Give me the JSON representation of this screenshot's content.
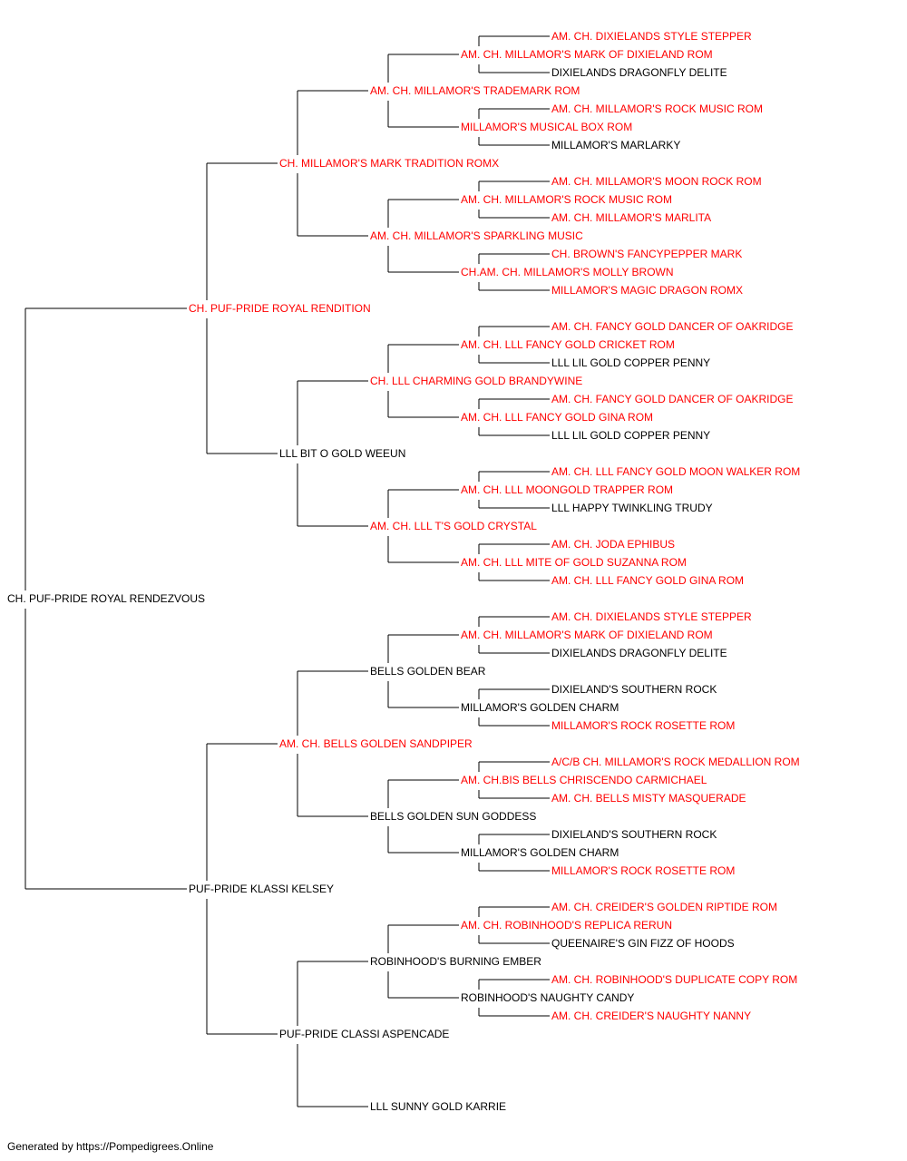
{
  "colors": {
    "champion": "#ff0000",
    "regular": "#000000",
    "connector": "#000000"
  },
  "footer": "Generated by https://Pompedigrees.Online",
  "pedigree": {
    "name": "CH. PUF-PRIDE ROYAL RENDEZVOUS",
    "champion": false,
    "sire": {
      "name": "CH. PUF-PRIDE ROYAL RENDITION",
      "champion": true,
      "sire": {
        "name": "CH. MILLAMOR'S MARK TRADITION ROMX",
        "champion": true,
        "sire": {
          "name": "AM. CH. MILLAMOR'S TRADEMARK ROM",
          "champion": true,
          "sire": {
            "name": "AM. CH. MILLAMOR'S MARK OF DIXIELAND ROM",
            "champion": true,
            "sire": {
              "name": "AM. CH. DIXIELANDS STYLE STEPPER",
              "champion": true
            },
            "dam": {
              "name": "DIXIELANDS DRAGONFLY DELITE",
              "champion": false
            }
          },
          "dam": {
            "name": "MILLAMOR'S MUSICAL BOX ROM",
            "champion": true,
            "sire": {
              "name": "AM. CH. MILLAMOR'S ROCK MUSIC ROM",
              "champion": true
            },
            "dam": {
              "name": "MILLAMOR'S MARLARKY",
              "champion": false
            }
          }
        },
        "dam": {
          "name": "AM. CH. MILLAMOR'S SPARKLING MUSIC",
          "champion": true,
          "sire": {
            "name": "AM. CH. MILLAMOR'S ROCK MUSIC ROM",
            "champion": true,
            "sire": {
              "name": "AM. CH. MILLAMOR'S MOON ROCK ROM",
              "champion": true
            },
            "dam": {
              "name": "AM. CH. MILLAMOR'S MARLITA",
              "champion": true
            }
          },
          "dam": {
            "name": "CH.AM. CH. MILLAMOR'S MOLLY BROWN",
            "champion": true,
            "sire": {
              "name": "CH. BROWN'S FANCYPEPPER MARK",
              "champion": true
            },
            "dam": {
              "name": "MILLAMOR'S MAGIC DRAGON ROMX",
              "champion": true
            }
          }
        }
      },
      "dam": {
        "name": "LLL BIT O GOLD WEEUN",
        "champion": false,
        "sire": {
          "name": "CH. LLL CHARMING GOLD BRANDYWINE",
          "champion": true,
          "sire": {
            "name": "AM. CH. LLL FANCY GOLD CRICKET ROM",
            "champion": true,
            "sire": {
              "name": "AM. CH. FANCY GOLD DANCER OF OAKRIDGE",
              "champion": true
            },
            "dam": {
              "name": "LLL LIL GOLD COPPER PENNY",
              "champion": false
            }
          },
          "dam": {
            "name": "AM. CH. LLL FANCY GOLD GINA ROM",
            "champion": true,
            "sire": {
              "name": "AM. CH. FANCY GOLD DANCER OF OAKRIDGE",
              "champion": true
            },
            "dam": {
              "name": "LLL LIL GOLD COPPER PENNY",
              "champion": false
            }
          }
        },
        "dam": {
          "name": "AM. CH. LLL T'S GOLD CRYSTAL",
          "champion": true,
          "sire": {
            "name": "AM. CH. LLL MOONGOLD TRAPPER ROM",
            "champion": true,
            "sire": {
              "name": "AM. CH. LLL FANCY GOLD MOON WALKER ROM",
              "champion": true
            },
            "dam": {
              "name": "LLL HAPPY TWINKLING TRUDY",
              "champion": false
            }
          },
          "dam": {
            "name": "AM. CH. LLL MITE OF GOLD SUZANNA ROM",
            "champion": true,
            "sire": {
              "name": "AM. CH. JODA EPHIBUS",
              "champion": true
            },
            "dam": {
              "name": "AM. CH. LLL FANCY GOLD GINA ROM",
              "champion": true
            }
          }
        }
      }
    },
    "dam": {
      "name": "PUF-PRIDE KLASSI KELSEY",
      "champion": false,
      "sire": {
        "name": "AM. CH. BELLS GOLDEN SANDPIPER",
        "champion": true,
        "sire": {
          "name": "BELLS GOLDEN BEAR",
          "champion": false,
          "sire": {
            "name": "AM. CH. MILLAMOR'S MARK OF DIXIELAND ROM",
            "champion": true,
            "sire": {
              "name": "AM. CH. DIXIELANDS STYLE STEPPER",
              "champion": true
            },
            "dam": {
              "name": "DIXIELANDS DRAGONFLY DELITE",
              "champion": false
            }
          },
          "dam": {
            "name": "MILLAMOR'S GOLDEN CHARM",
            "champion": false,
            "sire": {
              "name": "DIXIELAND'S SOUTHERN ROCK",
              "champion": false
            },
            "dam": {
              "name": "MILLAMOR'S ROCK ROSETTE ROM",
              "champion": true
            }
          }
        },
        "dam": {
          "name": "BELLS GOLDEN SUN GODDESS",
          "champion": false,
          "sire": {
            "name": "AM. CH.BIS BELLS CHRISCENDO CARMICHAEL",
            "champion": true,
            "sire": {
              "name": "A/C/B CH. MILLAMOR'S ROCK MEDALLION ROM",
              "champion": true
            },
            "dam": {
              "name": "AM. CH. BELLS MISTY MASQUERADE",
              "champion": true
            }
          },
          "dam": {
            "name": "MILLAMOR'S GOLDEN CHARM",
            "champion": false,
            "sire": {
              "name": "DIXIELAND'S SOUTHERN ROCK",
              "champion": false
            },
            "dam": {
              "name": "MILLAMOR'S ROCK ROSETTE ROM",
              "champion": true
            }
          }
        }
      },
      "dam": {
        "name": "PUF-PRIDE CLASSI ASPENCADE",
        "champion": false,
        "sire": {
          "name": "ROBINHOOD'S BURNING EMBER",
          "champion": false,
          "sire": {
            "name": "AM. CH. ROBINHOOD'S REPLICA RERUN",
            "champion": true,
            "sire": {
              "name": "AM. CH. CREIDER'S GOLDEN RIPTIDE ROM",
              "champion": true
            },
            "dam": {
              "name": "QUEENAIRE'S GIN FIZZ OF HOODS",
              "champion": false
            }
          },
          "dam": {
            "name": "ROBINHOOD'S NAUGHTY CANDY",
            "champion": false,
            "sire": {
              "name": "AM. CH. ROBINHOOD'S DUPLICATE COPY ROM",
              "champion": true
            },
            "dam": {
              "name": "AM. CH. CREIDER'S NAUGHTY NANNY",
              "champion": true
            }
          }
        },
        "dam": {
          "name": "LLL SUNNY GOLD KARRIE",
          "champion": false
        }
      }
    }
  }
}
